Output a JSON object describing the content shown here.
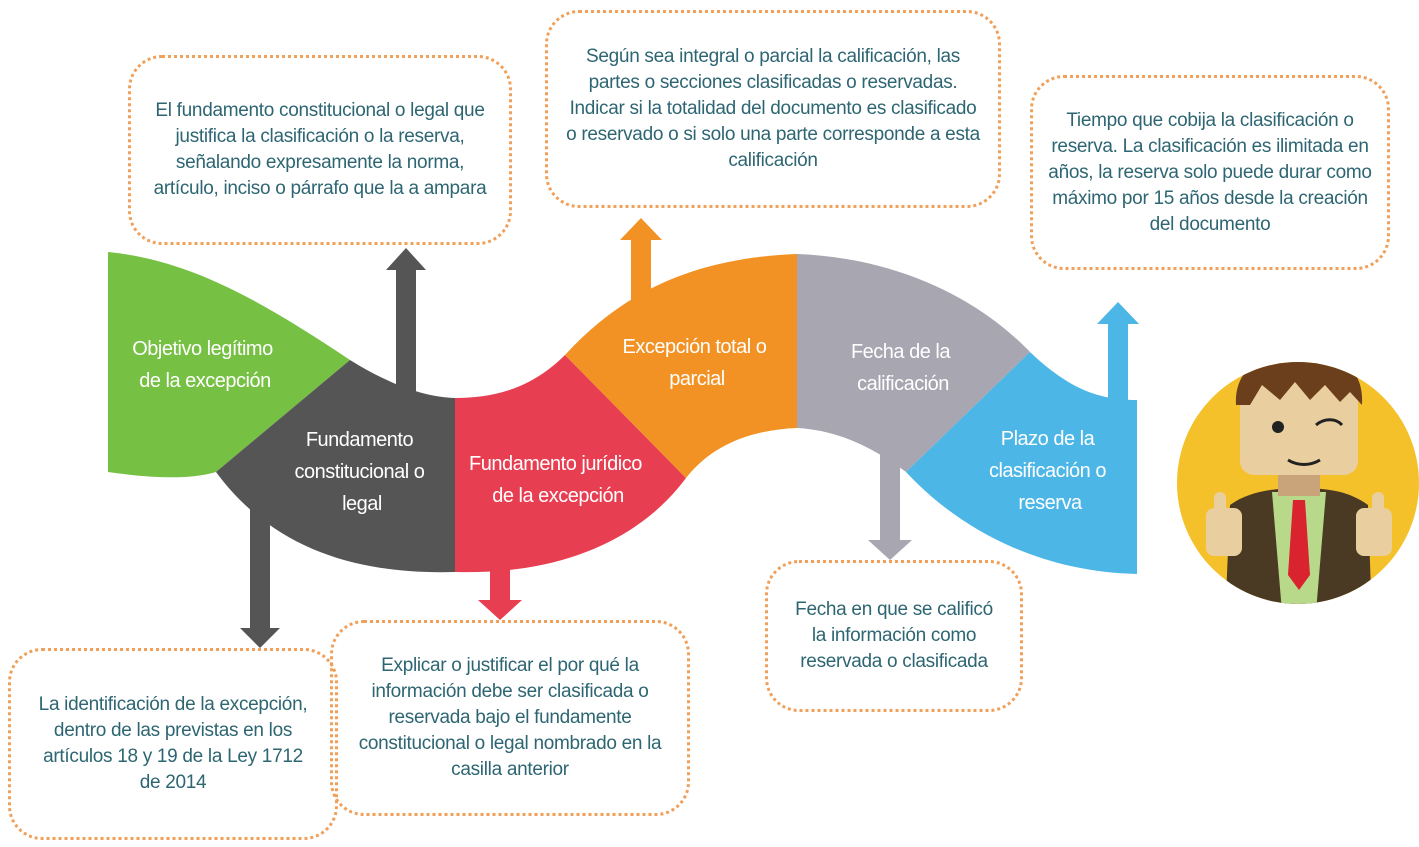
{
  "segments": [
    {
      "id": "objetivo",
      "lines": [
        "Objetivo legítimo",
        "de la excepción"
      ],
      "color": "#76c043"
    },
    {
      "id": "fund-constitucional",
      "lines": [
        "Fundamento",
        "constitucional o",
        "legal"
      ],
      "color": "#555555"
    },
    {
      "id": "fund-juridico",
      "lines": [
        "Fundamento jurídico",
        "de la excepción"
      ],
      "color": "#e83e52"
    },
    {
      "id": "excepcion",
      "lines": [
        "Excepción total o",
        "parcial"
      ],
      "color": "#f39224"
    },
    {
      "id": "fecha",
      "lines": [
        "Fecha de la",
        "calificación"
      ],
      "color": "#a7a6b1"
    },
    {
      "id": "plazo",
      "lines": [
        "Plazo de la",
        "clasificación o",
        "reserva"
      ],
      "color": "#4cb7e6"
    }
  ],
  "notes": {
    "fund_constitucional": "El fundamento constitucional o legal que justifica la clasificación o la reserva, señalando expresamente la norma, artículo, inciso o párrafo que la a ampara",
    "excepcion": "Según sea integral o parcial la calificación, las partes o secciones clasificadas o reservadas. Indicar si la totalidad del documento es clasificado o reservado o si solo una parte corresponde a esta calificación",
    "plazo": "Tiempo que cobija la clasificación o reserva. La clasificación es ilimitada en años, la reserva solo puede durar como máximo por 15 años desde la creación del documento",
    "identificacion": "La identificación de la excepción, dentro de las previstas en los artículos 18 y 19 de la Ley 1712 de 2014",
    "fund_juridico": "Explicar o justificar el por qué la información debe ser clasificada o reservada bajo el fundamente constitucional o legal nombrado en la casilla anterior",
    "fecha": "Fecha en que se calificó la información como reservada o clasificada"
  },
  "colors": {
    "border_dots": "#f0a05a",
    "note_text": "#2d6672"
  },
  "avatar_icon": "thumbs-up-man-icon"
}
